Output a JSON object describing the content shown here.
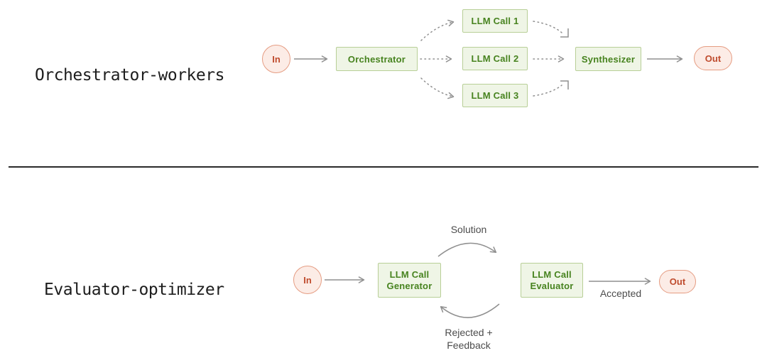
{
  "colors": {
    "green_fill": "#eff5e6",
    "green_border": "#b8cf97",
    "green_text": "#47831f",
    "pink_fill": "#fcece6",
    "pink_border": "#e59c82",
    "pink_text": "#bf4b2d",
    "arrow": "#8f8f8f",
    "label_text": "#4c4c4c",
    "title_text": "#1d1d1d",
    "divider": "#2a2a2a"
  },
  "diagram1": {
    "title": "Orchestrator-workers",
    "nodes": {
      "in": "In",
      "orchestrator": "Orchestrator",
      "llm1": "LLM Call 1",
      "llm2": "LLM Call 2",
      "llm3": "LLM Call 3",
      "synthesizer": "Synthesizer",
      "out": "Out"
    }
  },
  "diagram2": {
    "title": "Evaluator-optimizer",
    "nodes": {
      "in": "In",
      "generator_line1": "LLM Call",
      "generator_line2": "Generator",
      "evaluator_line1": "LLM Call",
      "evaluator_line2": "Evaluator",
      "out": "Out"
    },
    "edge_labels": {
      "solution": "Solution",
      "accepted": "Accepted",
      "rejected_line1": "Rejected +",
      "rejected_line2": "Feedback"
    }
  }
}
